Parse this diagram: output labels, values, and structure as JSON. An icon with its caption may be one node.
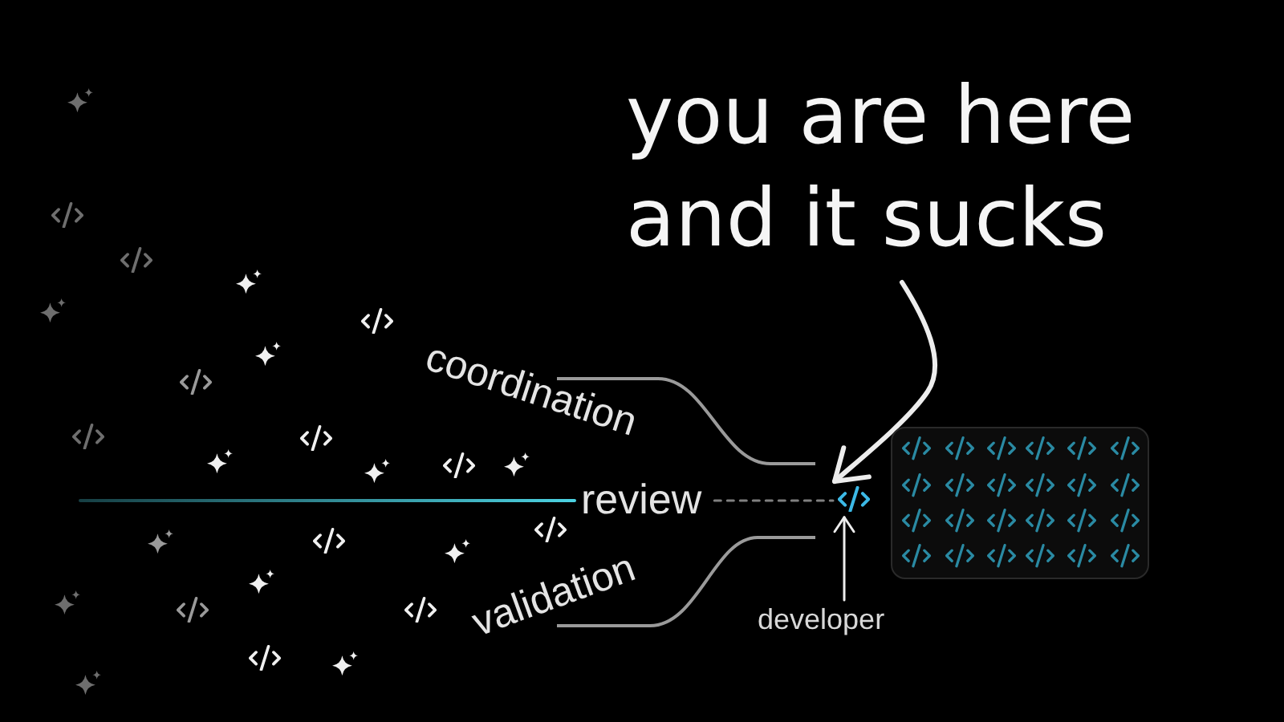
{
  "diagram": {
    "nodes": [
      {
        "text": [
          "you are here and it sucks"
        ]
      },
      {
        "text": [
          "review"
        ]
      },
      {
        "text": [],
        "shape": "picture"
      },
      {
        "text": [
          "developer"
        ]
      }
    ],
    "edges": [
      {
        "from": 0,
        "to": 2,
        "arrow": "to",
        "style": "thick"
      },
      {
        "from": 3,
        "to": 2,
        "arrow": "to"
      },
      {
        "from": null,
        "to": 1,
        "arrow": "none",
        "color": "#4cd3e3"
      },
      {
        "from": 1,
        "to": 2,
        "arrow": "none",
        "style": "dashed",
        "color": "#808080"
      }
    ],
    "labels": [
      "coordination",
      "validation"
    ]
  }
}
